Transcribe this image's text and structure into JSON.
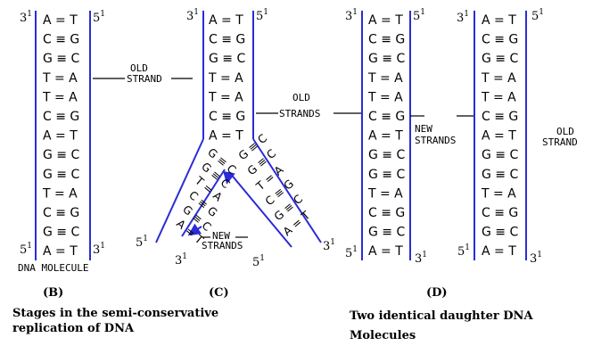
{
  "labels": {
    "old_strand": [
      "OLD",
      "STRAND"
    ],
    "old_strands": [
      "OLD",
      "STRANDS"
    ],
    "new_strands": "NEW STRANDS",
    "new_strands_split": [
      "NEW",
      "STRANDS"
    ],
    "right_old_strand": [
      "OLD",
      "STRAND"
    ],
    "dna_molecule": "DNA MOLECULE",
    "end_mark": "5",
    "end_mark3": "3",
    "sup": "1"
  },
  "base_pairs": {
    "B": [
      "A = T",
      "C ≡ G",
      "G ≡ C",
      "T = A",
      "T = A",
      "C ≡ G",
      "A = T",
      "G ≡ C",
      "G ≡ C",
      "T = A",
      "C ≡ G",
      "G ≡ C",
      "A = T"
    ],
    "C_top": [
      "A = T",
      "C ≡ G",
      "G ≡ C",
      "T = A",
      "T = A",
      "C ≡ G",
      "A = T"
    ],
    "C_left_arm": [
      "G ≡ C",
      "G ≡ C",
      "T = A",
      "C ≡ G",
      "G ≡ C",
      "A = T"
    ],
    "C_right_arm": [
      "G ≡ C",
      "G ≡ C",
      "T = A",
      "C ≡ G",
      "G ≡ C",
      "A = T"
    ],
    "D1": [
      "A = T",
      "C ≡ G",
      "G ≡ C",
      "T = A",
      "T = A",
      "C ≡ G",
      "A = T",
      "G ≡ C",
      "G ≡ C",
      "T = A",
      "C ≡ G",
      "G ≡ C",
      "A = T"
    ],
    "D2": [
      "A = T",
      "C ≡ G",
      "G ≡ C",
      "T = A",
      "T = A",
      "C ≡ G",
      "A = T",
      "G ≡ C",
      "G ≡ C",
      "T = A",
      "C ≡ G",
      "G ≡ C",
      "A = T"
    ]
  },
  "captions": {
    "B": "(B)",
    "C": "(C)",
    "D": "(D)",
    "stages": [
      "Stages in the semi-conservative",
      "replication of DNA"
    ],
    "daughters": [
      "Two identical daughter DNA",
      "Molecules"
    ]
  }
}
